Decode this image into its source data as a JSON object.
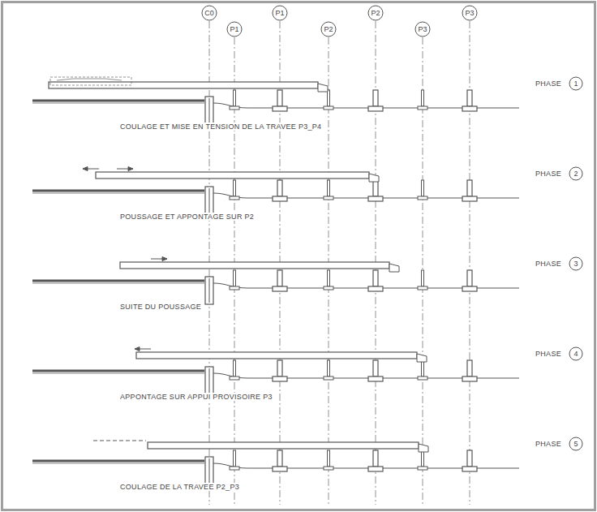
{
  "diagram": {
    "nodes": [
      {
        "text": [
          "C0"
        ]
      },
      {
        "text": [
          "P1"
        ]
      },
      {
        "text": [
          "P1"
        ]
      },
      {
        "text": [
          "P2"
        ]
      },
      {
        "text": [
          "P2"
        ]
      },
      {
        "text": [
          "P3"
        ]
      },
      {
        "text": [
          "P3"
        ]
      },
      {
        "text": [
          "1"
        ]
      },
      {
        "text": [
          "2"
        ]
      },
      {
        "text": [
          "3"
        ]
      },
      {
        "text": [
          "4"
        ]
      },
      {
        "text": [
          "5"
        ]
      }
    ],
    "labels": [
      "PHASE",
      "COULAGE ET MISE EN TENSION DE LA TRAVEE P3_P4",
      "PHASE",
      "POUSSAGE ET APPONTAGE SUR P2",
      "PHASE",
      "SUITE DU POUSSAGE",
      "PHASE",
      "APPONTAGE SUR APPUI PROVISOIRE P3",
      "PHASE",
      "COULAGE DE LA TRAVEE P2_P3"
    ]
  }
}
